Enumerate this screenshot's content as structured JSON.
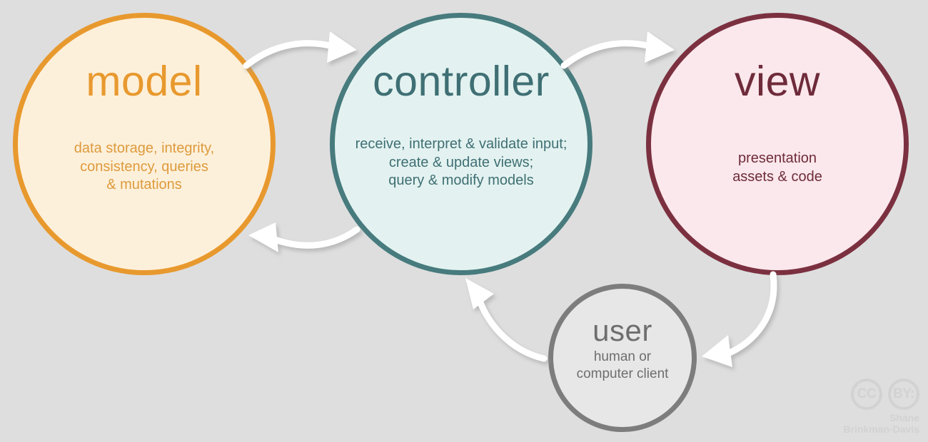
{
  "diagram": {
    "background_color": "#dedede",
    "arrow_color": "#ffffff",
    "nodes": [
      {
        "id": "model",
        "title": "model",
        "description": "data storage, integrity,\nconsistency, queries\n& mutations",
        "fill_color": "#fdf0da",
        "border_color": "#e8992e",
        "text_color": "#dd9a3c"
      },
      {
        "id": "controller",
        "title": "controller",
        "description": "receive, interpret & validate input;\ncreate & update views;\nquery & modify models",
        "fill_color": "#e3f2f0",
        "border_color": "#477b7e",
        "text_color": "#3f6f74"
      },
      {
        "id": "view",
        "title": "view",
        "description": "presentation\nassets & code",
        "fill_color": "#fbe8ec",
        "border_color": "#7b3040",
        "text_color": "#6e2b3a"
      },
      {
        "id": "user",
        "title": "user",
        "description": "human or\ncomputer client",
        "fill_color": "#e7e7e7",
        "border_color": "#7d7d7d",
        "text_color": "#6e6e6e"
      }
    ],
    "arrows": [
      {
        "id": "model-to-controller",
        "from": "model",
        "to": "controller"
      },
      {
        "id": "controller-to-model",
        "from": "controller",
        "to": "model"
      },
      {
        "id": "controller-to-view",
        "from": "controller",
        "to": "view"
      },
      {
        "id": "view-to-user",
        "from": "view",
        "to": "user"
      },
      {
        "id": "user-to-controller",
        "from": "user",
        "to": "controller"
      }
    ]
  },
  "license": {
    "mark_cc": "CC",
    "mark_by": "BY:",
    "credit": "Shane\nBrinkman-Davis"
  }
}
